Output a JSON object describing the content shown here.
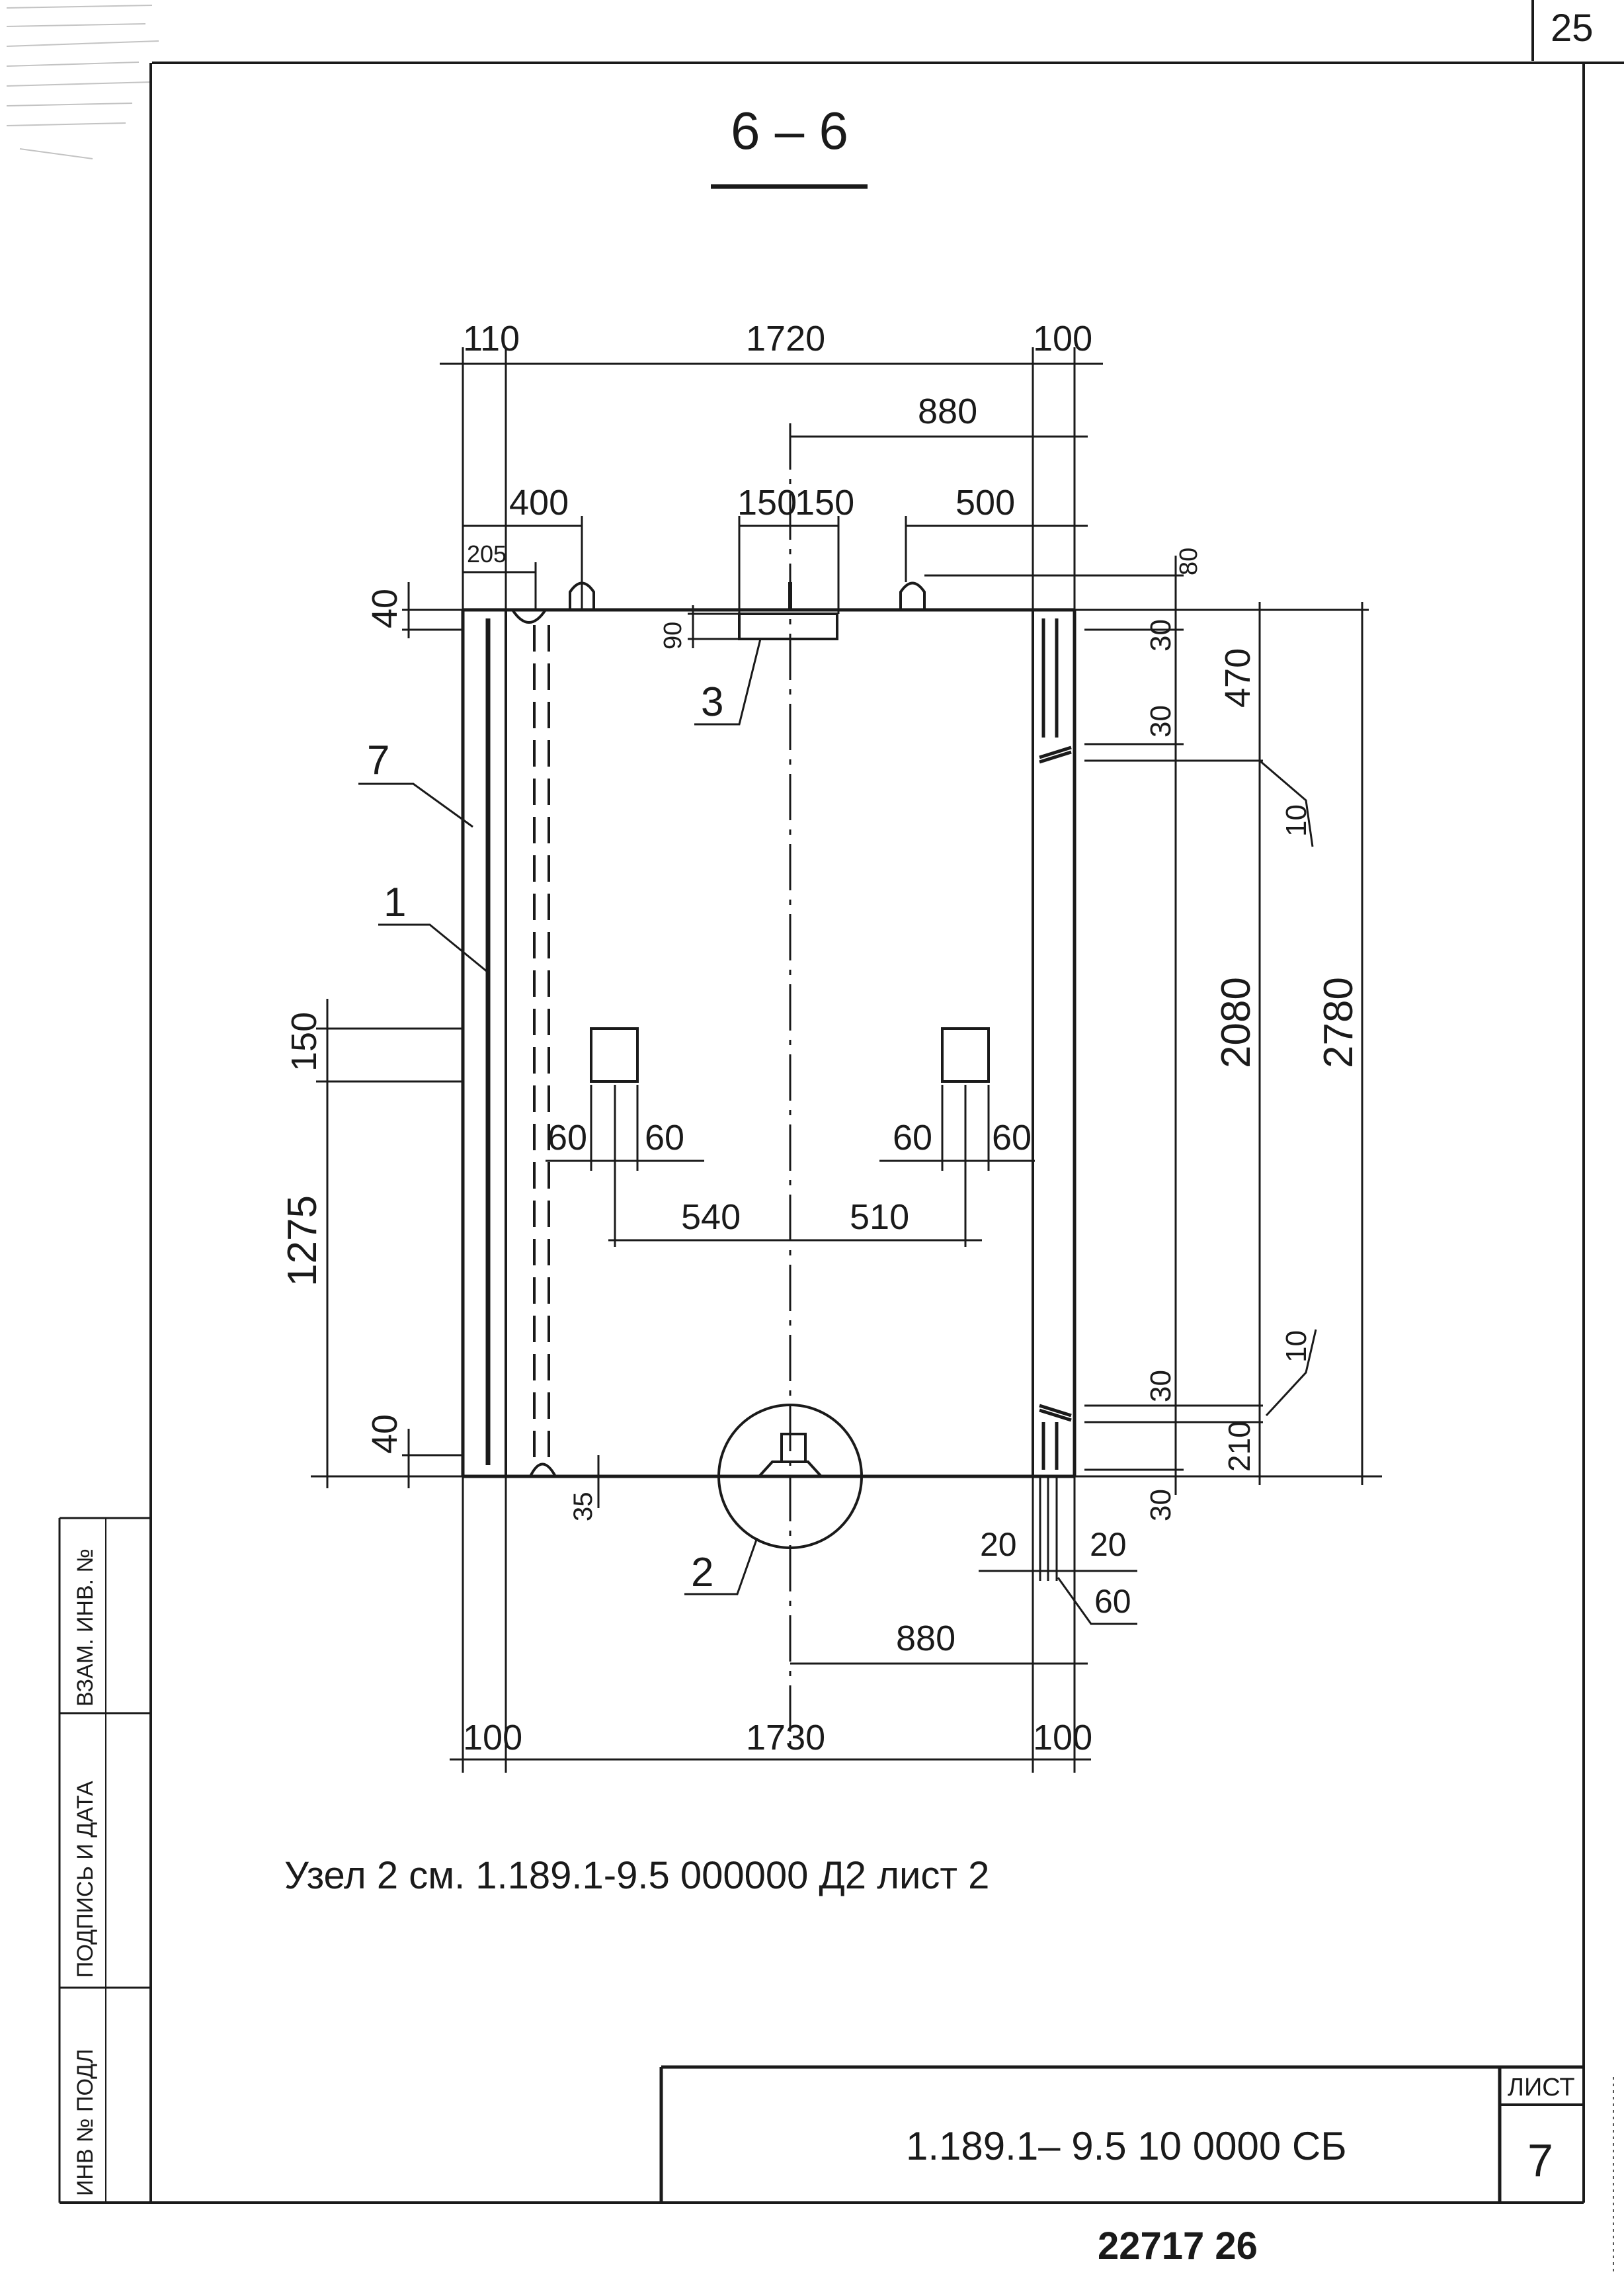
{
  "page_number": "25",
  "section_label": "6 – 6",
  "dimensions": {
    "top_left_offset": "110",
    "top_width": "1720",
    "top_right_offset": "100",
    "center_to_right_top": "880",
    "left_400": "400",
    "left_205": "205",
    "center_150_left": "150",
    "center_150_right": "150",
    "right_500": "500",
    "dim_40_top": "40",
    "dim_90": "90",
    "dim_80": "80",
    "dim_30_a": "30",
    "dim_30_b": "30",
    "dim_470": "470",
    "dim_10_a": "10",
    "dim_2080": "2080",
    "dim_2780": "2780",
    "dim_150_left": "150",
    "dim_1275": "1275",
    "dim_60_a": "60",
    "dim_60_b": "60",
    "dim_60_c": "60",
    "dim_60_d": "60",
    "dim_540": "540",
    "dim_510": "510",
    "dim_40_bottom": "40",
    "dim_35": "35",
    "dim_30_c": "30",
    "dim_10_b": "10",
    "dim_210": "210",
    "dim_30_d": "30",
    "dim_20_a": "20",
    "dim_20_b": "20",
    "dim_60_e": "60",
    "center_to_right_bottom": "880",
    "bottom_left_offset": "100",
    "bottom_width": "1730",
    "bottom_right_offset": "100"
  },
  "callouts": {
    "c1": "1",
    "c2": "2",
    "c3": "3",
    "c7": "7"
  },
  "note": "Узел 2 см. 1.189.1-9.5   000000 Д2   лист 2",
  "title_block": {
    "designation": "1.189.1– 9.5  10 0000 СБ",
    "sheet_label": "ЛИСТ",
    "sheet_number": "7"
  },
  "side_stamp": {
    "inv_podl": "ИНВ № ПОДЛ",
    "podpis_data": "ПОДПИСЬ И ДАТА",
    "vzam_inv": "ВЗАМ. ИНВ. №"
  },
  "bottom_code": "22717   26"
}
